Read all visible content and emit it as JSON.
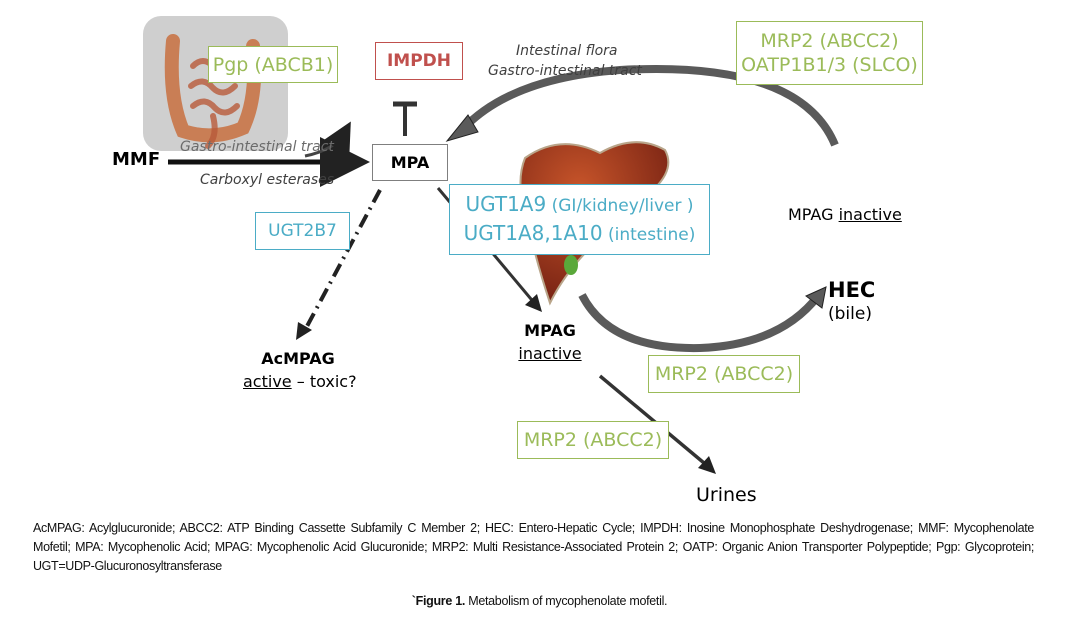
{
  "figure": {
    "nodes": {
      "mmf": "MMF",
      "mpa": "MPA",
      "impdh": "IMPDH",
      "mpag_mid_title": "MPAG",
      "mpag_mid_status": "inactive",
      "mpag_right_title": "MPAG",
      "mpag_right_status": "inactive",
      "acmpag_title": "AcMPAG",
      "acmpag_status_underlined": "active",
      "acmpag_status_rest": " – toxic?",
      "hec_title": "HEC",
      "hec_sub": "(bile)",
      "urines": "Urines"
    },
    "transporters": {
      "pgp": "Pgp (ABCB1)",
      "mrp2_oatp_line1": "MRP2 (ABCC2)",
      "mrp2_oatp_line2": "OATP1B1/3 (SLCO)",
      "mrp2_bile": "MRP2 (ABCC2)",
      "mrp2_urine": "MRP2 (ABCC2)"
    },
    "enzymes": {
      "ugt2b7": "UGT2B7",
      "ugt1a9_main": "UGT1A9",
      "ugt1a9_sub": " (GI/kidney/liver )",
      "ugt1a8_main": "UGT1A8,1A10",
      "ugt1a8_sub": " (intestine)"
    },
    "annotations": {
      "gi_tract_left": "Gastro-intestinal tract",
      "carboxyl_esterases": "Carboxyl esterases",
      "intestinal_flora": "Intestinal flora",
      "gi_tract_top": "Gastro-intestinal tract"
    },
    "images": {
      "intestine": "intestine-illustration",
      "liver": "liver-illustration"
    },
    "colors": {
      "green": "#9bbb59",
      "blue": "#4bacc6",
      "red": "#c0504d",
      "arrow_gray": "#5a5a5a",
      "liver": "#a0391f"
    }
  },
  "legend_text": "AcMPAG: Acylglucuronide; ABCC2: ATP Binding Cassette Subfamily C Member 2; HEC: Entero-Hepatic Cycle; IMPDH: Inosine Monophosphate Deshydrogenase; MMF: Mycophenolate Mofetil; MPA: Mycophenolic Acid; MPAG: Mycophenolic Acid Glucuronide; MRP2: Multi Resistance-Associated Protein 2; OATP: Organic Anion Transporter Polypeptide; Pgp: Glycoprotein; UGT=UDP-Glucuronosyltransferase",
  "caption": {
    "prefix": "`Figure 1.",
    "text": " Metabolism of mycophenolate mofetil."
  }
}
